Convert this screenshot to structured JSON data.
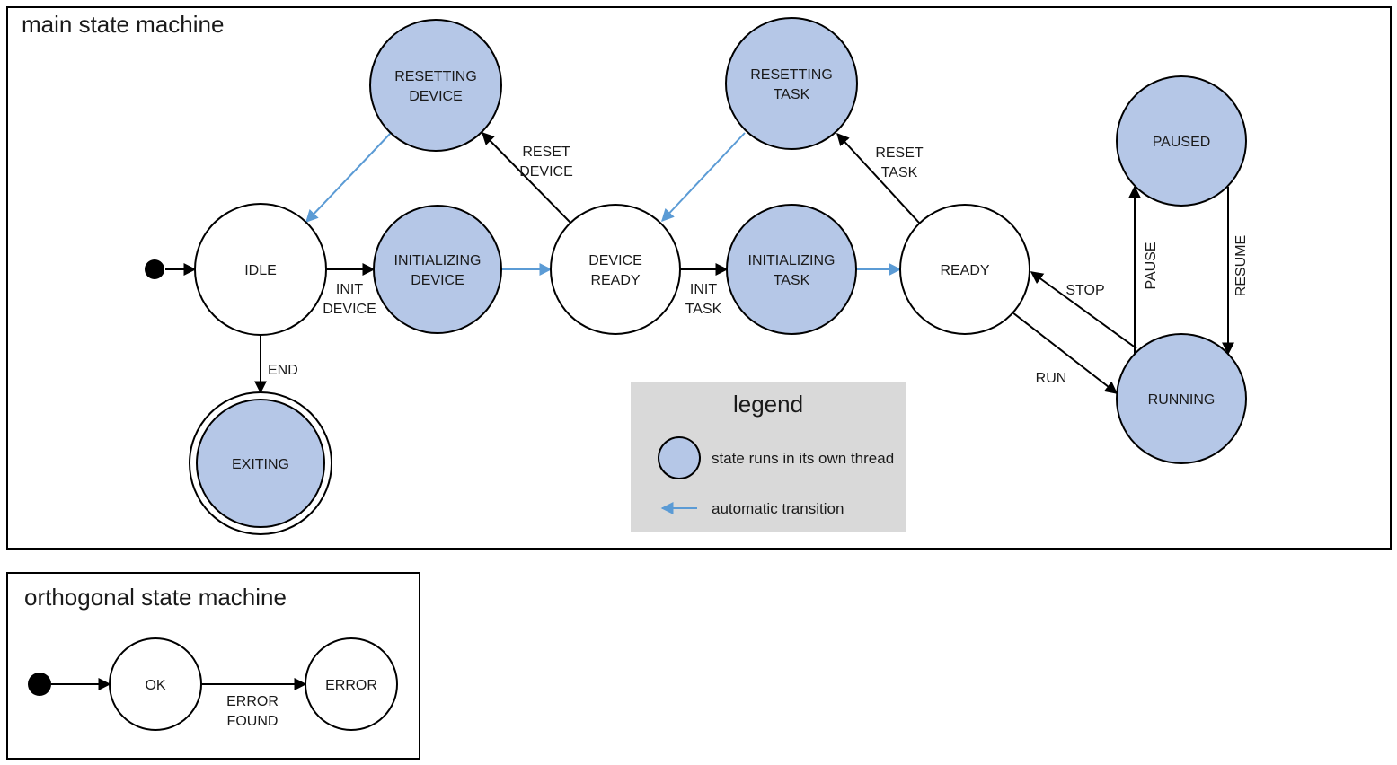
{
  "main_machine": {
    "title": "main state machine",
    "states": {
      "resetting_device": {
        "line1": "RESETTING",
        "line2": "DEVICE"
      },
      "resetting_task": {
        "line1": "RESETTING",
        "line2": "TASK"
      },
      "paused": {
        "label": "PAUSED"
      },
      "idle": {
        "label": "IDLE"
      },
      "initializing_device": {
        "line1": "INITIALIZING",
        "line2": "DEVICE"
      },
      "device_ready": {
        "line1": "DEVICE",
        "line2": "READY"
      },
      "initializing_task": {
        "line1": "INITIALIZING",
        "line2": "TASK"
      },
      "ready": {
        "label": "READY"
      },
      "running": {
        "label": "RUNNING"
      },
      "exiting": {
        "label": "EXITING"
      }
    },
    "transitions": {
      "init_device": {
        "line1": "INIT",
        "line2": "DEVICE"
      },
      "init_task": {
        "line1": "INIT",
        "line2": "TASK"
      },
      "reset_device": {
        "line1": "RESET",
        "line2": "DEVICE"
      },
      "reset_task": {
        "line1": "RESET",
        "line2": "TASK"
      },
      "end": {
        "label": "END"
      },
      "run": {
        "label": "RUN"
      },
      "stop": {
        "label": "STOP"
      },
      "pause": {
        "label": "PAUSE"
      },
      "resume": {
        "label": "RESUME"
      }
    }
  },
  "legend": {
    "title": "legend",
    "items": [
      {
        "symbol": "thread-state-circle",
        "label": "state runs in its own thread"
      },
      {
        "symbol": "automatic-transition-arrow",
        "label": "automatic transition"
      }
    ]
  },
  "orthogonal_machine": {
    "title": "orthogonal state machine",
    "states": {
      "ok": {
        "label": "OK"
      },
      "error": {
        "label": "ERROR"
      }
    },
    "transitions": {
      "error_found": {
        "line1": "ERROR",
        "line2": "FOUND"
      }
    }
  },
  "colors": {
    "thread_state_fill": "#b5c7e7",
    "automatic_transition_blue": "#5b9bd5",
    "legend_background": "#d9d9d9",
    "outline_black": "#000000",
    "text_color": "#1a1a1a"
  }
}
